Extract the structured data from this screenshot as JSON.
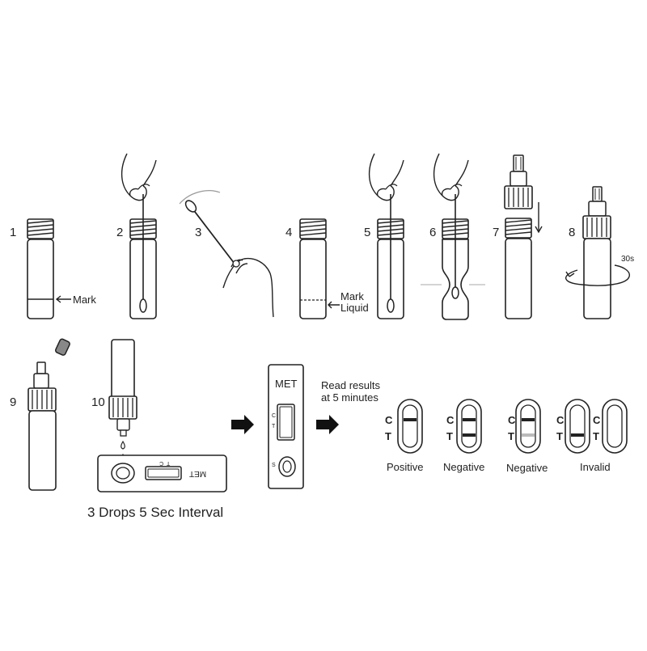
{
  "steps": [
    {
      "number": "1",
      "annotation": "Mark"
    },
    {
      "number": "2"
    },
    {
      "number": "3"
    },
    {
      "number": "4",
      "annotation_lines": [
        "Mark",
        "Liquid"
      ]
    },
    {
      "number": "5"
    },
    {
      "number": "6"
    },
    {
      "number": "7"
    },
    {
      "number": "8",
      "annotation": "30s"
    },
    {
      "number": "9"
    },
    {
      "number": "10"
    }
  ],
  "drops_caption": "3 Drops 5 Sec Interval",
  "cassette": {
    "label": "MET",
    "window_letters": [
      "C",
      "T"
    ],
    "sample_letter": "S"
  },
  "read_results_lines": [
    "Read results",
    "at 5 minutes"
  ],
  "results": [
    {
      "label": "Positive",
      "c_letter": "C",
      "t_letter": "T",
      "c_line": true,
      "t_line": false
    },
    {
      "label": "Negative",
      "c_letter": "C",
      "t_letter": "T",
      "c_line": true,
      "t_line": true
    },
    {
      "label": "Negative",
      "c_letter": "C",
      "t_letter": "T",
      "c_line": true,
      "t_line": "faint"
    },
    {
      "label": "Invalid",
      "c_letter": "C",
      "t_letter": "T",
      "c_line": false,
      "t_line": true
    },
    {
      "label": "Invalid",
      "c_letter": "C",
      "t_letter": "T",
      "c_line": false,
      "t_line": false
    }
  ],
  "colors": {
    "ink": "#222222",
    "faint_line": "#bbbbbb",
    "gray_band": "#dcdcdc"
  }
}
